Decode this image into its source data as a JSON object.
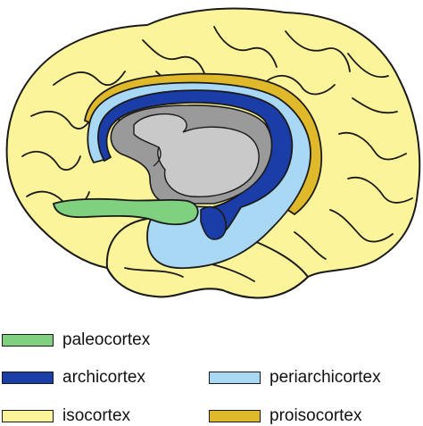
{
  "diagram": {
    "regions": [
      {
        "id": "isocortex",
        "color": "#fbf49b"
      },
      {
        "id": "proisocortex",
        "color": "#e0b92a"
      },
      {
        "id": "periarchicortex",
        "color": "#a9d8f4"
      },
      {
        "id": "archicortex",
        "color": "#1a3da8"
      },
      {
        "id": "paleocortex",
        "color": "#7fd07f"
      }
    ],
    "ventricle_color": "#9a9a9a",
    "thalamus_color": "#c9c9c9",
    "outline_color": "#1a1a1a"
  },
  "legend": {
    "items": [
      {
        "label": "paleocortex",
        "color": "#7fd07f"
      },
      {
        "label": "archicortex",
        "color": "#1a3da8"
      },
      {
        "label": "periarchicortex",
        "color": "#a9d8f4"
      },
      {
        "label": "isocortex",
        "color": "#fbf49b"
      },
      {
        "label": "proisocortex",
        "color": "#e0b92a"
      }
    ]
  }
}
